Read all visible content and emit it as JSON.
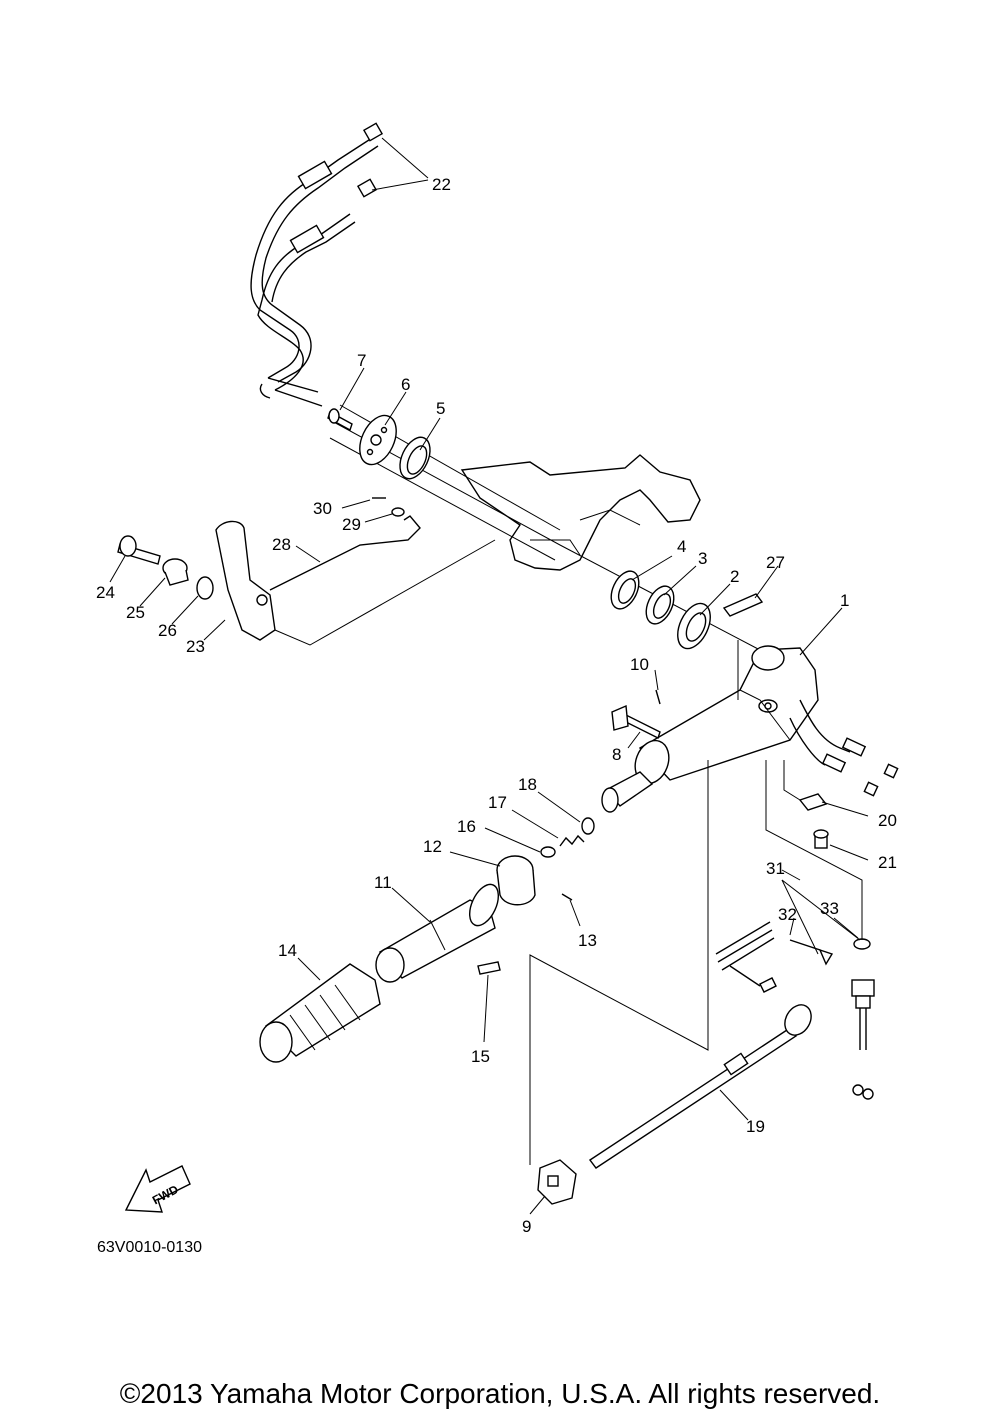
{
  "diagram_code": "63V0010-0130",
  "direction_label": "FWD",
  "copyright": "©2013 Yamaha Motor Corporation, U.S.A. All rights reserved.",
  "callouts": [
    {
      "id": "1",
      "text": "1"
    },
    {
      "id": "2",
      "text": "2"
    },
    {
      "id": "3",
      "text": "3"
    },
    {
      "id": "4",
      "text": "4"
    },
    {
      "id": "5",
      "text": "5"
    },
    {
      "id": "6",
      "text": "6"
    },
    {
      "id": "7",
      "text": "7"
    },
    {
      "id": "8",
      "text": "8"
    },
    {
      "id": "9",
      "text": "9"
    },
    {
      "id": "10",
      "text": "10"
    },
    {
      "id": "11",
      "text": "11"
    },
    {
      "id": "12",
      "text": "12"
    },
    {
      "id": "13",
      "text": "13"
    },
    {
      "id": "14",
      "text": "14"
    },
    {
      "id": "15",
      "text": "15"
    },
    {
      "id": "16",
      "text": "16"
    },
    {
      "id": "17",
      "text": "17"
    },
    {
      "id": "18",
      "text": "18"
    },
    {
      "id": "19",
      "text": "19"
    },
    {
      "id": "20",
      "text": "20"
    },
    {
      "id": "21",
      "text": "21"
    },
    {
      "id": "22",
      "text": "22"
    },
    {
      "id": "23",
      "text": "23"
    },
    {
      "id": "24",
      "text": "24"
    },
    {
      "id": "25",
      "text": "25"
    },
    {
      "id": "26",
      "text": "26"
    },
    {
      "id": "27",
      "text": "27"
    },
    {
      "id": "28",
      "text": "28"
    },
    {
      "id": "29",
      "text": "29"
    },
    {
      "id": "30",
      "text": "30"
    },
    {
      "id": "31",
      "text": "31"
    },
    {
      "id": "32",
      "text": "32"
    },
    {
      "id": "33",
      "text": "33"
    }
  ]
}
